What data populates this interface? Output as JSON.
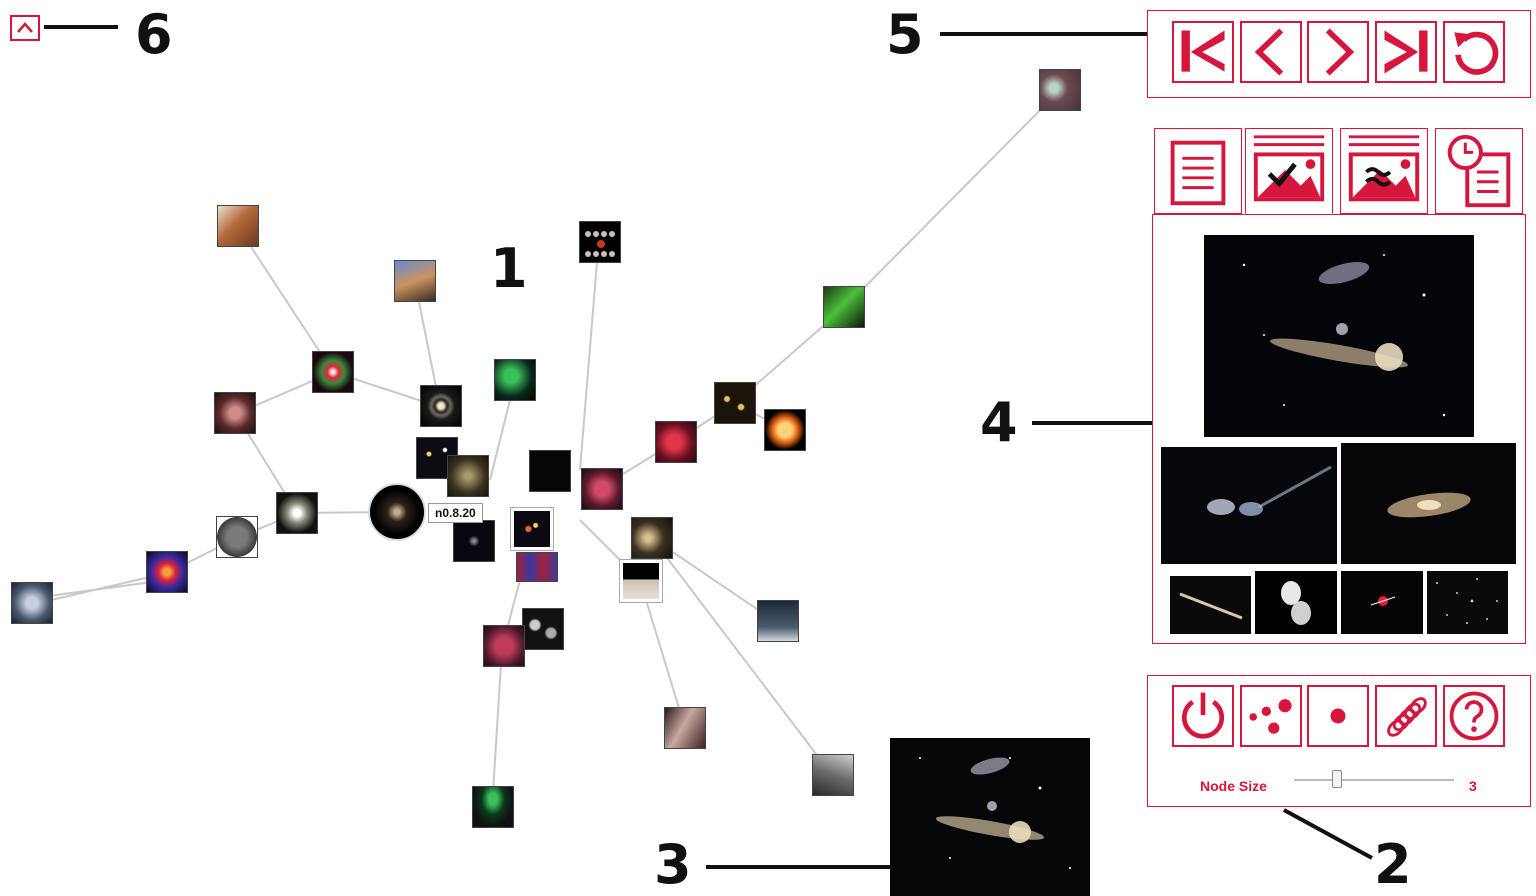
{
  "callouts": {
    "c1": "1",
    "c2": "2",
    "c3": "3",
    "c4": "4",
    "c5": "5",
    "c6": "6"
  },
  "graph": {
    "tooltip": "n0.8.20",
    "nodes": [
      {
        "name": "node-comet-top"
      },
      {
        "name": "node-aurora"
      },
      {
        "name": "node-galaxy-cluster"
      },
      {
        "name": "node-orange-blob"
      },
      {
        "name": "node-red-nebula"
      },
      {
        "name": "node-moon-phases"
      },
      {
        "name": "node-pink-nebula"
      },
      {
        "name": "node-dark-galaxy"
      },
      {
        "name": "node-star-field"
      },
      {
        "name": "node-spiral-gal"
      },
      {
        "name": "node-ring-galaxy"
      },
      {
        "name": "node-hubble-pillar"
      },
      {
        "name": "node-green-nebula"
      },
      {
        "name": "node-cats-eye"
      },
      {
        "name": "node-crab-nebula"
      },
      {
        "name": "node-bright-nebula"
      },
      {
        "name": "node-globular"
      },
      {
        "name": "node-asteroid"
      },
      {
        "name": "node-red-orb"
      },
      {
        "name": "node-milky"
      },
      {
        "name": "node-selected-center"
      },
      {
        "name": "node-dark-sq"
      },
      {
        "name": "node-spectrum"
      },
      {
        "name": "node-craters"
      },
      {
        "name": "node-rosette"
      },
      {
        "name": "node-saturn-green"
      },
      {
        "name": "node-galaxy-pair"
      },
      {
        "name": "node-horizon"
      },
      {
        "name": "node-cirrus"
      },
      {
        "name": "node-rover"
      },
      {
        "name": "node-light-sq"
      }
    ]
  },
  "toolbar_nav": {
    "buttons": [
      {
        "name": "first-button",
        "icon": "skip-first-icon"
      },
      {
        "name": "prev-button",
        "icon": "chevron-left-icon"
      },
      {
        "name": "next-button",
        "icon": "chevron-right-icon"
      },
      {
        "name": "last-button",
        "icon": "skip-last-icon"
      },
      {
        "name": "reset-button",
        "icon": "undo-icon"
      }
    ]
  },
  "tabs": [
    {
      "name": "tab-document",
      "icon": "document-icon"
    },
    {
      "name": "tab-image-check",
      "icon": "image-check-icon",
      "active": true
    },
    {
      "name": "tab-image-approx",
      "icon": "image-approx-icon"
    },
    {
      "name": "tab-history",
      "icon": "history-icon"
    }
  ],
  "controls": {
    "buttons": [
      {
        "name": "power-button",
        "icon": "power-icon"
      },
      {
        "name": "scatter-button",
        "icon": "scatter-dots-icon"
      },
      {
        "name": "single-dot-button",
        "icon": "dot-icon"
      },
      {
        "name": "spring-button",
        "icon": "spring-icon"
      },
      {
        "name": "help-button",
        "icon": "help-icon"
      }
    ],
    "node_size_label": "Node Size",
    "node_size_value": "3",
    "node_size_fraction": 0.25
  },
  "colors": {
    "accent": "#d6163c",
    "edge": "#c8c8c8"
  }
}
